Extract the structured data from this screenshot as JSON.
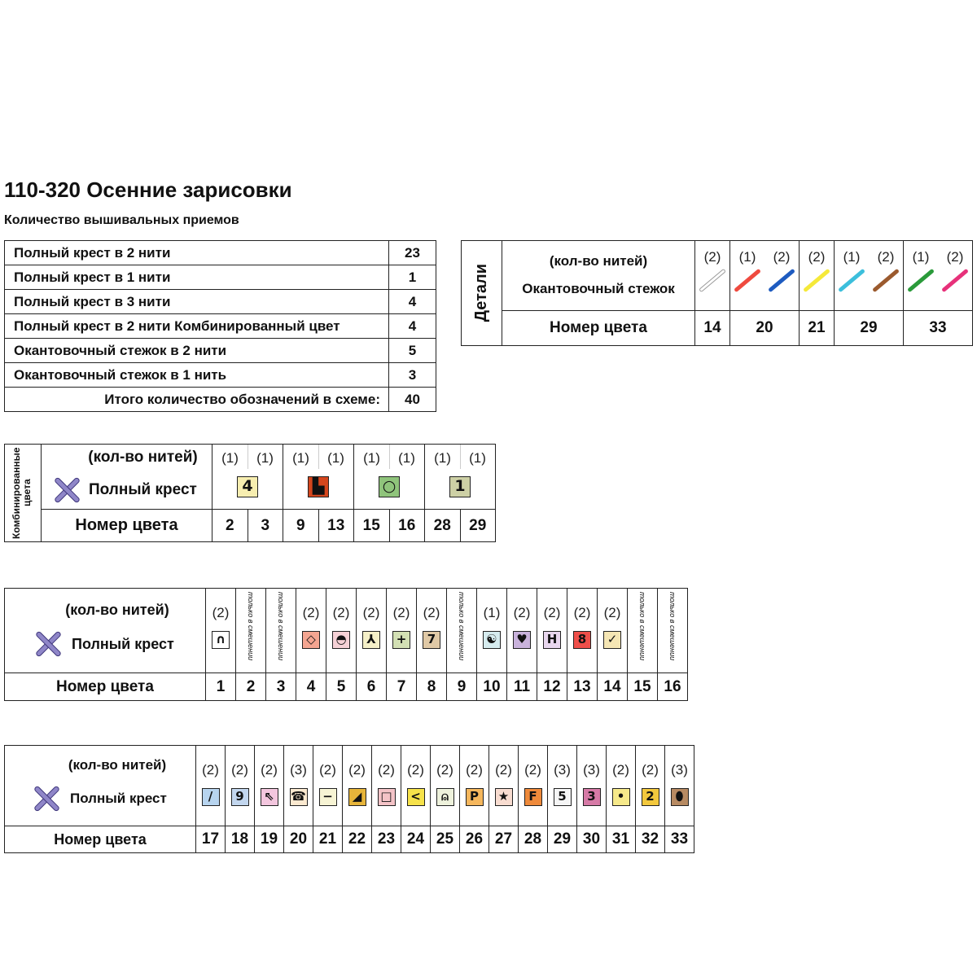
{
  "title": "110-320 Осенние зарисовки",
  "subtitle": "Количество вышивальных приемов",
  "stats": [
    {
      "label": "Полный крест в 2 нити",
      "value": "23"
    },
    {
      "label": "Полный крест в 1 нити",
      "value": "1"
    },
    {
      "label": "Полный крест в 3 нити",
      "value": "4"
    },
    {
      "label": "Полный крест в 2 нити Комбинированный цвет",
      "value": "4"
    },
    {
      "label": "Окантовочный стежок в 2 нити",
      "value": "5"
    },
    {
      "label": "Окантовочный стежок в 1 нить",
      "value": "3"
    },
    {
      "label": "Итого количество обозначений в схеме:",
      "value": "40"
    }
  ],
  "details": {
    "side": "Детали",
    "threads_label": "(кол-во нитей)",
    "stitch_label": "Окантовочный стежок",
    "number_label": "Номер цвета",
    "colors": [
      {
        "number": "14",
        "strokes": [
          {
            "threads": "(2)",
            "color": "#ffffff"
          }
        ]
      },
      {
        "number": "20",
        "strokes": [
          {
            "threads": "(1)",
            "color": "#ef4a3f"
          },
          {
            "threads": "(2)",
            "color": "#1e5bc0"
          }
        ]
      },
      {
        "number": "21",
        "strokes": [
          {
            "threads": "(2)",
            "color": "#f5e93a"
          }
        ]
      },
      {
        "number": "29",
        "strokes": [
          {
            "threads": "(1)",
            "color": "#3cbfdc"
          },
          {
            "threads": "(2)",
            "color": "#9b5a2e"
          }
        ]
      },
      {
        "number": "33",
        "strokes": [
          {
            "threads": "(1)",
            "color": "#2a9a3a"
          },
          {
            "threads": "(2)",
            "color": "#e7317a"
          }
        ]
      }
    ]
  },
  "combined": {
    "side": "Комбинированные цвета",
    "threads_label": "(кол-во нитей)",
    "cross_label": "Полный крест",
    "number_label": "Номер цвета",
    "pairs": [
      {
        "threads": [
          "(1)",
          "(1)"
        ],
        "symbol": "4",
        "bg": "#f7eeb0",
        "fg": "#111",
        "numbers": [
          "2",
          "3"
        ]
      },
      {
        "threads": [
          "(1)",
          "(1)"
        ],
        "symbol": "▙",
        "bg": "#d4461d",
        "fg": "#111",
        "numbers": [
          "9",
          "13"
        ]
      },
      {
        "threads": [
          "(1)",
          "(1)"
        ],
        "symbol": "○",
        "bg": "#8fc47b",
        "fg": "#111",
        "numbers": [
          "15",
          "16"
        ]
      },
      {
        "threads": [
          "(1)",
          "(1)"
        ],
        "symbol": "1",
        "bg": "#cdd0a5",
        "fg": "#111",
        "numbers": [
          "28",
          "29"
        ]
      }
    ]
  },
  "table1": {
    "threads_label": "(кол-во нитей)",
    "cross_label": "Полный крест",
    "number_label": "Номер цвета",
    "mix_text": "только в смешении",
    "items": [
      {
        "threads": "(2)",
        "symbol": "∩",
        "bg": "#ffffff",
        "number": "1"
      },
      {
        "mix": true,
        "number": "2"
      },
      {
        "mix": true,
        "number": "3"
      },
      {
        "threads": "(2)",
        "symbol": "◇",
        "bg": "#f4a591",
        "number": "4"
      },
      {
        "threads": "(2)",
        "symbol": "◓",
        "bg": "#f6d1d6",
        "number": "5"
      },
      {
        "threads": "(2)",
        "symbol": "⅄",
        "bg": "#f5f0c8",
        "number": "6"
      },
      {
        "threads": "(2)",
        "symbol": "+",
        "bg": "#d3e0b4",
        "number": "7"
      },
      {
        "threads": "(2)",
        "symbol": "7",
        "bg": "#e0c9a6",
        "number": "8"
      },
      {
        "mix": true,
        "number": "9"
      },
      {
        "threads": "(1)",
        "symbol": "☯",
        "bg": "#d6ecef",
        "number": "10"
      },
      {
        "threads": "(2)",
        "symbol": "♥",
        "bg": "#c9b2dc",
        "number": "11"
      },
      {
        "threads": "(2)",
        "symbol": "H",
        "bg": "#e8d6ee",
        "number": "12"
      },
      {
        "threads": "(2)",
        "symbol": "8",
        "bg": "#ef4f4a",
        "number": "13"
      },
      {
        "threads": "(2)",
        "symbol": "✓",
        "bg": "#f5e6b4",
        "number": "14"
      },
      {
        "mix": true,
        "number": "15"
      },
      {
        "mix": true,
        "number": "16"
      }
    ]
  },
  "table2": {
    "threads_label": "(кол-во нитей)",
    "cross_label": "Полный крест",
    "number_label": "Номер цвета",
    "items": [
      {
        "threads": "(2)",
        "symbol": "/",
        "bg": "#b7d4ef",
        "number": "17"
      },
      {
        "threads": "(2)",
        "symbol": "9",
        "bg": "#c2d6ee",
        "number": "18"
      },
      {
        "threads": "(2)",
        "symbol": "⇖",
        "bg": "#f3c6de",
        "number": "19"
      },
      {
        "threads": "(3)",
        "symbol": "☎",
        "bg": "#fbe9d0",
        "number": "20"
      },
      {
        "threads": "(2)",
        "symbol": "−",
        "bg": "#f7f4d4",
        "number": "21"
      },
      {
        "threads": "(2)",
        "symbol": "◢",
        "bg": "#e7b53a",
        "number": "22"
      },
      {
        "threads": "(2)",
        "symbol": "□",
        "bg": "#f4c3c7",
        "number": "23"
      },
      {
        "threads": "(2)",
        "symbol": "<",
        "bg": "#f6e24a",
        "number": "24"
      },
      {
        "threads": "(2)",
        "symbol": "⍝",
        "bg": "#eef2dc",
        "number": "25"
      },
      {
        "threads": "(2)",
        "symbol": "P",
        "bg": "#f5b75d",
        "number": "26"
      },
      {
        "threads": "(2)",
        "symbol": "★",
        "bg": "#f8dcd0",
        "number": "27"
      },
      {
        "threads": "(2)",
        "symbol": "F",
        "bg": "#ef8a3b",
        "number": "28"
      },
      {
        "threads": "(3)",
        "symbol": "5",
        "bg": "#f5f5f5",
        "number": "29"
      },
      {
        "threads": "(3)",
        "symbol": "3",
        "bg": "#d67aa6",
        "number": "30"
      },
      {
        "threads": "(2)",
        "symbol": "•",
        "bg": "#f6e98a",
        "number": "31"
      },
      {
        "threads": "(2)",
        "symbol": "2",
        "bg": "#f3c83d",
        "number": "32"
      },
      {
        "threads": "(3)",
        "symbol": "⬮",
        "bg": "#b78a62",
        "number": "33"
      }
    ]
  }
}
